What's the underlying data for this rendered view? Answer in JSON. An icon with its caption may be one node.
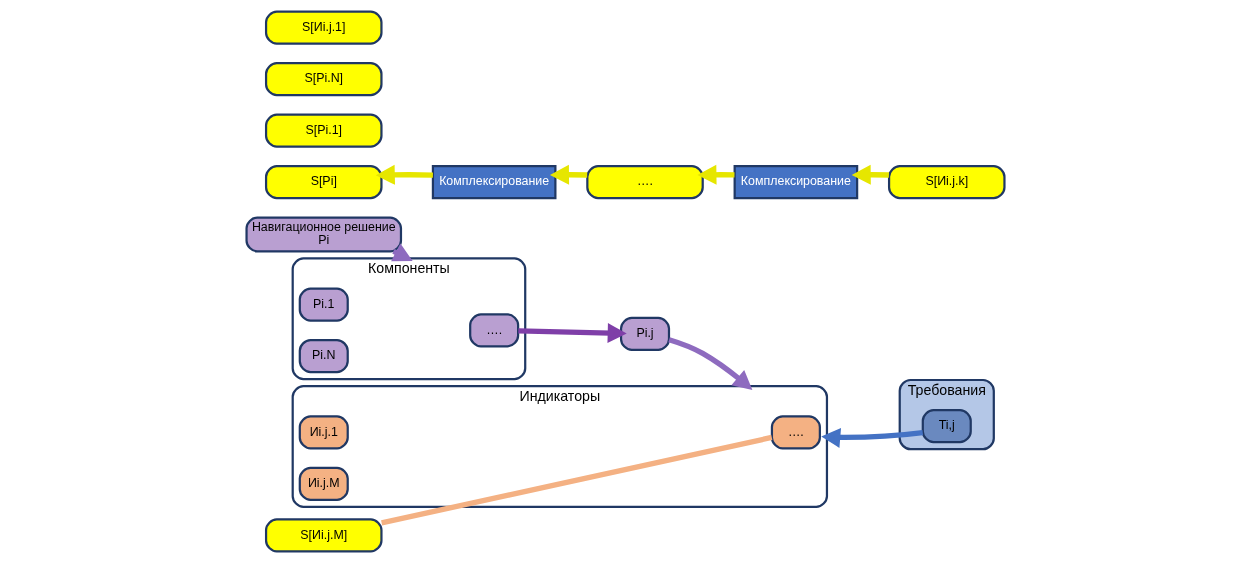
{
  "diagram": {
    "nodes": [
      {
        "text": [
          "Навигационное решение",
          "Pi"
        ]
      },
      {
        "text": [
          "Компоненты"
        ]
      },
      {
        "text": [
          "Pi.1"
        ],
        "in": 1
      },
      {
        "text": [
          "…."
        ],
        "in": 1
      },
      {
        "text": [
          "Pi.N"
        ],
        "in": 1
      },
      {
        "text": [
          "Pi.j"
        ]
      },
      {
        "text": [
          "Индикаторы"
        ]
      },
      {
        "text": [
          "Иi.j.1"
        ],
        "in": 6
      },
      {
        "text": [
          "…."
        ],
        "in": 6
      },
      {
        "text": [
          "Иi.j.M"
        ],
        "in": 6
      },
      {
        "text": [
          "Требования"
        ]
      },
      {
        "text": [
          "Ti,j"
        ],
        "in": 10
      },
      {
        "text": [
          "Комплексирование"
        ]
      },
      {
        "text": [
          "S[Pi.1]"
        ]
      },
      {
        "text": [
          "…."
        ]
      },
      {
        "text": [
          "S[Pi.N]"
        ]
      },
      {
        "text": [
          "Комплексирование"
        ]
      },
      {
        "text": [
          "S[Иi.j.1]"
        ]
      },
      {
        "text": [
          "S[Иi.j.k]"
        ]
      },
      {
        "text": [
          "S[Иi.j.M]"
        ]
      },
      {
        "text": [
          "S[Pi]"
        ]
      }
    ],
    "edges": [
      {
        "from": 0,
        "to": 1,
        "arrow": "to",
        "color": "#8e6bbf"
      },
      {
        "from": 3,
        "to": 5,
        "arrow": "to",
        "color": "#7f3fa8"
      },
      {
        "from": 5,
        "to": 6,
        "arrow": "to",
        "color": "#8e6bbf"
      },
      {
        "from": 11,
        "to": 6,
        "arrow": "to",
        "color": "#4472c4"
      },
      {
        "from": 8,
        "to": 19,
        "arrow": "none",
        "color": "#f4b183"
      },
      {
        "from": 18,
        "to": 16,
        "arrow": "to",
        "color": "#e6e600"
      },
      {
        "from": 16,
        "to": 14,
        "arrow": "to",
        "color": "#e6e600"
      },
      {
        "from": 14,
        "to": 12,
        "arrow": "to",
        "color": "#e6e600"
      },
      {
        "from": 12,
        "to": 20,
        "arrow": "to",
        "color": "#e6e600"
      }
    ]
  }
}
